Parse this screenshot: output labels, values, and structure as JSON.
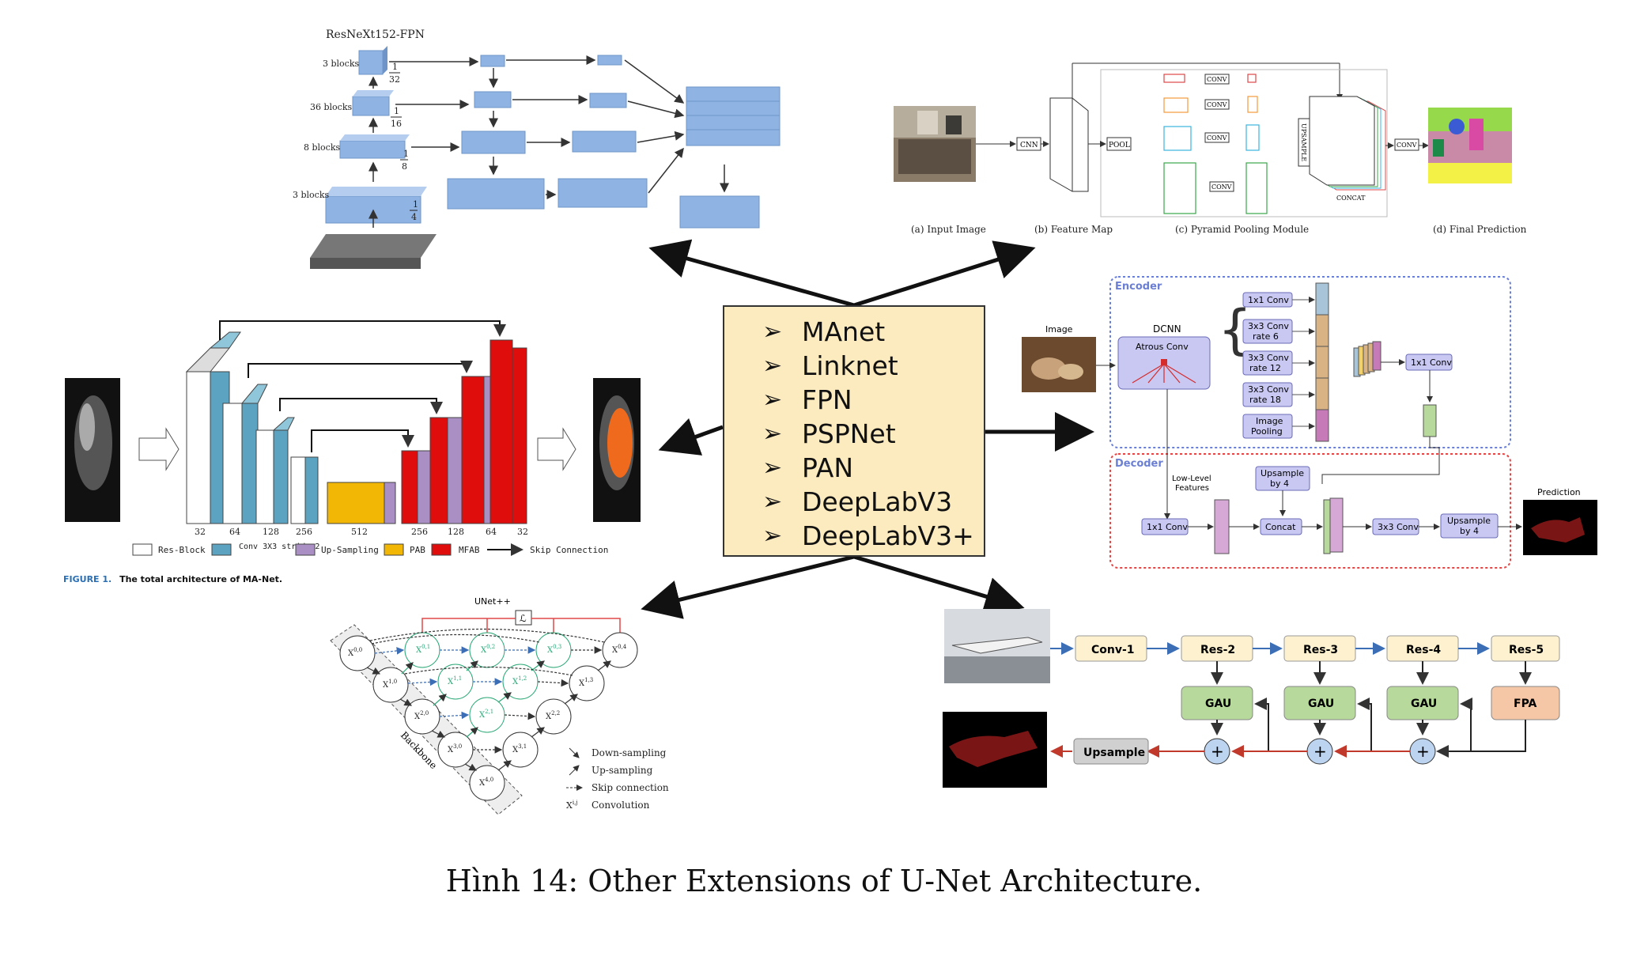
{
  "center_list": {
    "items": [
      "MAnet",
      "Linknet",
      "FPN",
      "PSPNet",
      "PAN",
      "DeepLabV3",
      "DeepLabV3+"
    ]
  },
  "caption": "Hình 14: Other Extensions of U-Net Architecture.",
  "fpn": {
    "title": "ResNeXt152-FPN",
    "blocks": [
      "3 blocks",
      "36 blocks",
      "8 blocks",
      "3 blocks"
    ],
    "fractions": [
      [
        "1",
        "32"
      ],
      [
        "1",
        "16"
      ],
      [
        "1",
        "8"
      ],
      [
        "1",
        "4"
      ]
    ]
  },
  "psp": {
    "labels": {
      "cnn": "CNN",
      "pool": "POOL",
      "conv": "CONV",
      "upsample": "UPSAMPLE",
      "concat": "CONCAT"
    },
    "captions": [
      "(a) Input Image",
      "(b) Feature Map",
      "(c) Pyramid Pooling Module",
      "(d) Final Prediction"
    ]
  },
  "manet": {
    "channels": [
      "32",
      "64",
      "128",
      "256",
      "512",
      "256",
      "128",
      "64",
      "32"
    ],
    "legend": [
      "Res-Block",
      "Conv 3X3 stride 2",
      "Up-Sampling",
      "PAB",
      "MFAB",
      "Skip Connection"
    ],
    "figure_label": "FIGURE 1.",
    "figure_text": "The total architecture of MA-Net."
  },
  "deeplab": {
    "encoder": "Encoder",
    "decoder": "Decoder",
    "image": "Image",
    "dcnn": "DCNN",
    "atrous": "Atrous Conv",
    "branches": [
      [
        "1x1 Conv"
      ],
      [
        "3x3 Conv",
        "rate 6"
      ],
      [
        "3x3 Conv",
        "rate 12"
      ],
      [
        "3x3 Conv",
        "rate 18"
      ],
      [
        "Image",
        "Pooling"
      ]
    ],
    "conv1x1": "1x1 Conv",
    "upsample4": [
      "Upsample",
      "by 4"
    ],
    "low_level": [
      "Low-Level",
      "Features"
    ],
    "dec_conv1x1": "1x1 Conv",
    "concat": "Concat",
    "conv3x3": "3x3 Conv",
    "upsample4b": [
      "Upsample",
      "by 4"
    ],
    "prediction": "Prediction"
  },
  "unetpp": {
    "title": "UNet++",
    "loss": "ℒ",
    "backbone": "Backbone",
    "legend": [
      "Down-sampling",
      "Up-sampling",
      "Skip connection",
      "Convolution"
    ],
    "legend_sym": "X",
    "legend_sup": "i,j"
  },
  "pan": {
    "blocks": [
      "Conv-1",
      "Res-2",
      "Res-3",
      "Res-4",
      "Res-5"
    ],
    "gau": "GAU",
    "fpa": "FPA",
    "upsample": "Upsample",
    "plus": "+"
  },
  "colors": {
    "fpn_blue": "#8fb4e3",
    "box_bg": "#fdebc0",
    "manet_blue": "#5ba3c0",
    "manet_purple": "#a98fc4",
    "manet_red": "#e00d0d",
    "manet_yellow": "#f2b705",
    "deeplab_encoder": "#6b7fd4",
    "deeplab_decoder": "#e04848",
    "deeplab_box": "#c8c8f2",
    "unet_green": "#2aa876",
    "pan_yellow": "#fdf1cf",
    "pan_green": "#b8d99c",
    "pan_orange": "#f6c7a6",
    "pan_blue": "#bcd4ef",
    "pan_red": "#c0392b"
  }
}
